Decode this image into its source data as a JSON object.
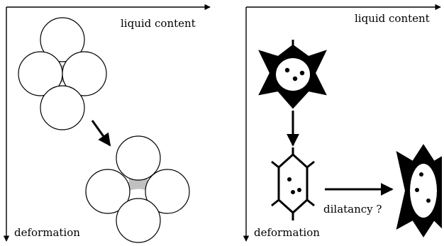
{
  "left_panel": {
    "horizontal_axis_label": "liquid content",
    "vertical_axis_label": "deformation"
  },
  "right_panel": {
    "horizontal_axis_label": "liquid content",
    "vertical_axis_label": "deformation",
    "transition_label": "dilatancy ?"
  },
  "colors": {
    "ink": "#000000",
    "liquid_fill": "#c0c0c0",
    "background": "#ffffff"
  }
}
